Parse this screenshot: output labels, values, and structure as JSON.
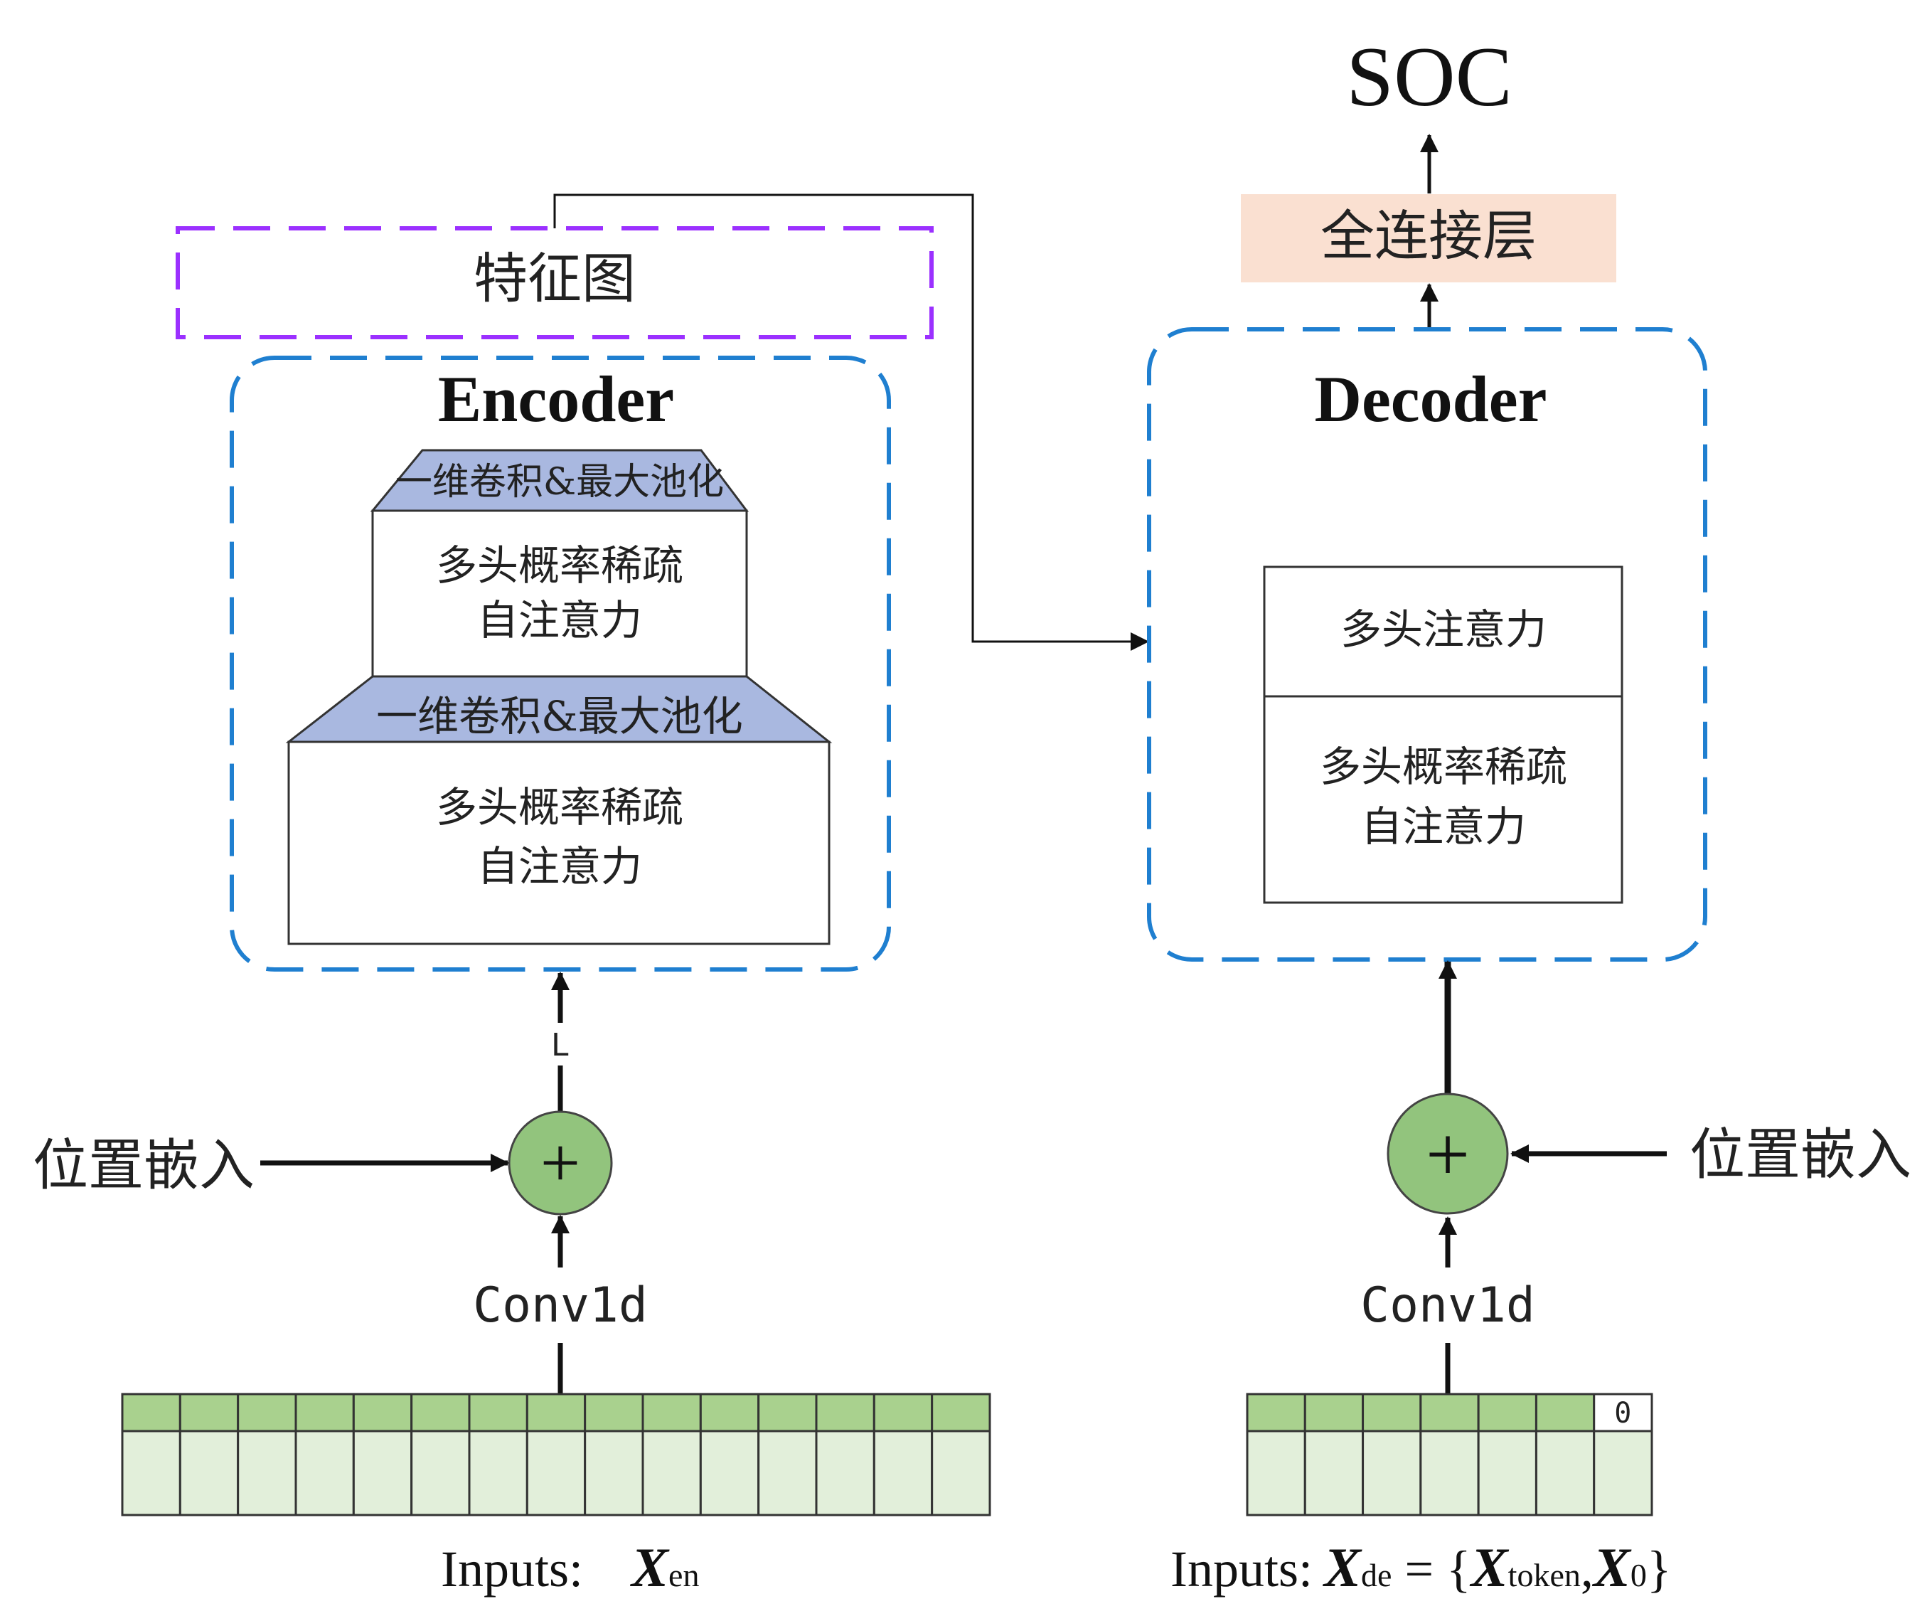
{
  "output": {
    "label": "SOC"
  },
  "fc_layer": {
    "label": "全连接层",
    "fill": "#fae0d1"
  },
  "feature_map": {
    "label": "特征图",
    "border_color": "#9b30ff"
  },
  "encoder": {
    "title": "Encoder",
    "border_color": "#1f7fd0",
    "upper_conv": "一维卷积&最大池化",
    "upper_attention": [
      "多头概率稀疏",
      "自注意力"
    ],
    "lower_conv": "一维卷积&最大池化",
    "lower_attention": [
      "多头概率稀疏",
      "自注意力"
    ],
    "stack_label": "L",
    "conv_fill": "#a9b8e0"
  },
  "decoder": {
    "title": "Decoder",
    "border_color": "#1f7fd0",
    "mha": "多头注意力",
    "prob_attention": [
      "多头概率稀疏",
      "自注意力"
    ]
  },
  "encoder_input": {
    "pos_embed": "位置嵌入",
    "conv": "Conv1d",
    "inputs_prefix": "Inputs:",
    "symbol": "X",
    "subscript": "en",
    "cell_count": 15
  },
  "decoder_input": {
    "pos_embed": "位置嵌入",
    "conv": "Conv1d",
    "inputs_prefix": "Inputs:",
    "formula": {
      "x1": "X",
      "sub1": "de",
      "eq": " = {",
      "x2": "X",
      "sub2": "token",
      "comma": ",",
      "x3": "X",
      "sub3": "0",
      "close": "}"
    },
    "cell_count": 7,
    "zero_cell": "0"
  },
  "colors": {
    "cell_top": "#a9d18e",
    "cell_bottom": "#e2efda",
    "adder_fill": "#92c47d"
  },
  "adder_symbol": "+"
}
